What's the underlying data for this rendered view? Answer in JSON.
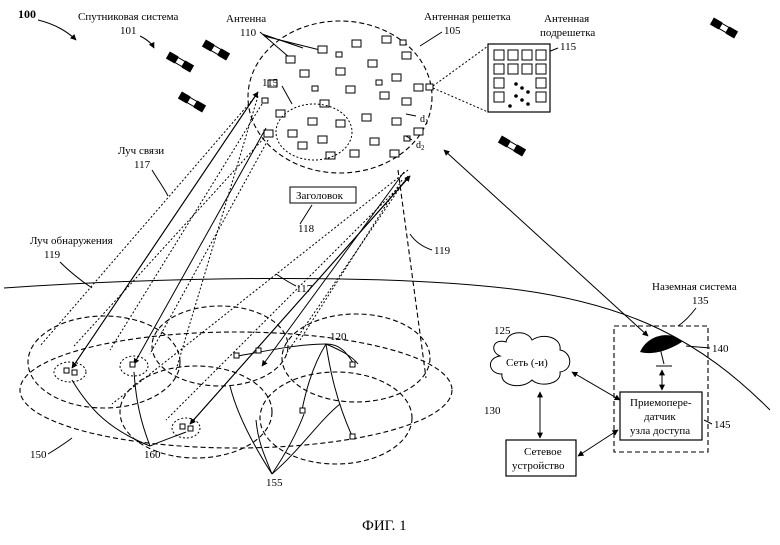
{
  "figure": {
    "number": "100",
    "caption": "ФИГ. 1"
  },
  "satellite_system": {
    "label": "Спутниковая система",
    "ref": "101"
  },
  "antenna": {
    "label": "Антенна",
    "ref": "110"
  },
  "antenna_array": {
    "label": "Антенная решетка",
    "ref": "105"
  },
  "antenna_subarray": {
    "label_line1": "Антенная",
    "label_line2": "подрешетка",
    "ref": "115"
  },
  "subarray_circle_ref": "115",
  "spacing": {
    "d1": "d",
    "d1_sub": "1",
    "d2": "d",
    "d2_sub": "2"
  },
  "comm_beam": {
    "label": "Луч связи",
    "ref": "117"
  },
  "comm_beam_ref_lower": "117",
  "header": {
    "label": "Заголовок",
    "ref": "118"
  },
  "detection_beam": {
    "label": "Луч обнаружения",
    "ref": "119"
  },
  "detection_beam_ref_right": "119",
  "terminals_ref": "120",
  "network": {
    "label": "Сеть (-и)",
    "ref": "125"
  },
  "network_device": {
    "line1": "Сетевое",
    "line2": "устройство",
    "ref": "130"
  },
  "ground_system": {
    "label": "Наземная система",
    "ref": "135"
  },
  "dish_ref": "140",
  "transceiver": {
    "line1": "Приемопере-",
    "line2": "датчик",
    "line3": "узла доступа",
    "ref": "145"
  },
  "coverage_ref": "150",
  "cluster_refs": {
    "a": "155",
    "b": "160"
  }
}
